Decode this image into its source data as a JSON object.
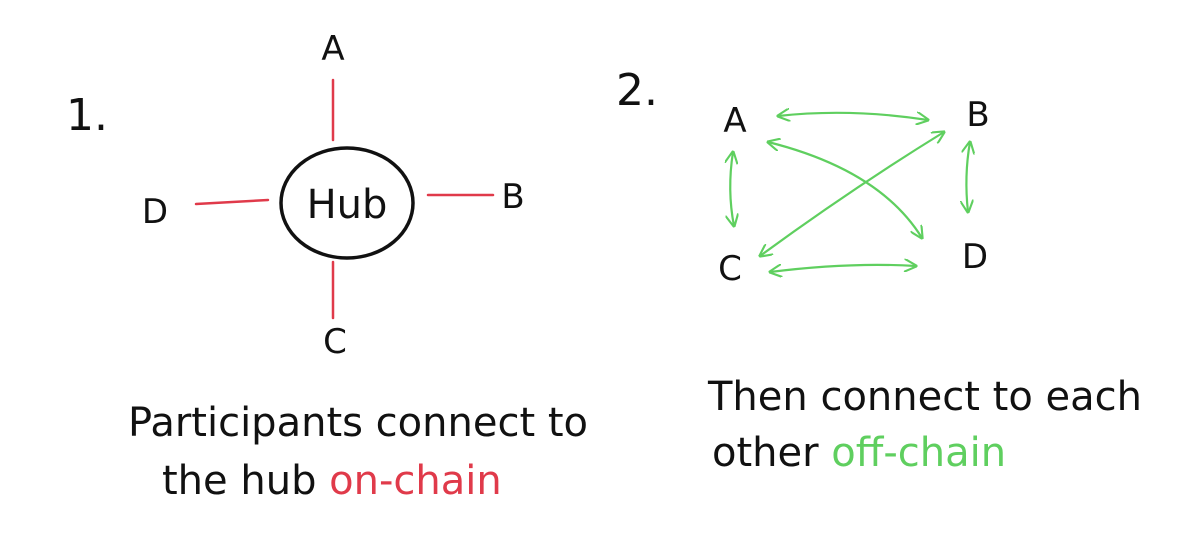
{
  "diagram1": {
    "number": "1.",
    "hub": "Hub",
    "nodes": {
      "a": "A",
      "b": "B",
      "c": "C",
      "d": "D"
    },
    "caption_line1": "Participants connect to",
    "caption_line2_prefix": "the hub ",
    "caption_line2_highlight": "on-chain"
  },
  "diagram2": {
    "number": "2.",
    "nodes": {
      "a": "A",
      "b": "B",
      "c": "C",
      "d": "D"
    },
    "caption_line1": "Then connect to each",
    "caption_line2_prefix": "other ",
    "caption_line2_highlight": "off-chain"
  },
  "colors": {
    "ink": "#111111",
    "on_chain": "#e03a4a",
    "off_chain": "#5fcf5f"
  }
}
